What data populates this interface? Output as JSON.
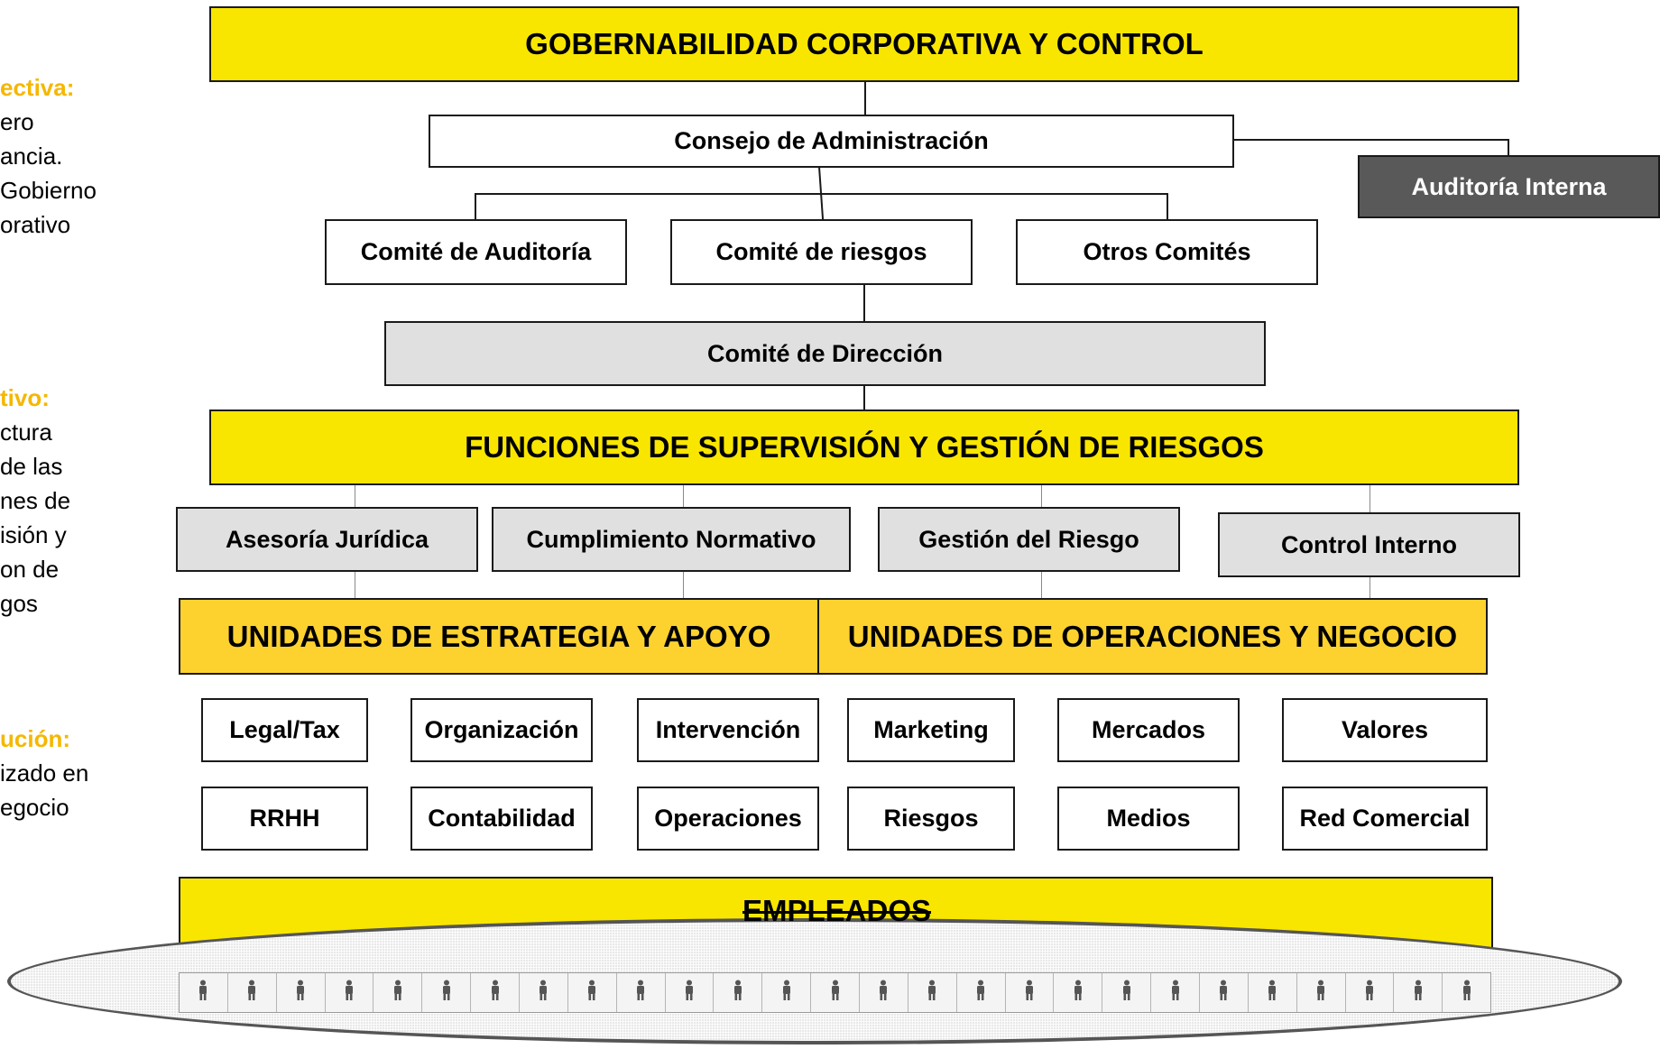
{
  "top_title": "GOBERNABILIDAD CORPORATIVA Y CONTROL",
  "consejo": "Consejo de Administración",
  "auditoria_interna": "Auditoría Interna",
  "committees": [
    "Comité de Auditoría",
    "Comité de riesgos",
    "Otros Comités"
  ],
  "comite_direccion": "Comité de Dirección",
  "funciones_title": "FUNCIONES DE SUPERVISIÓN Y GESTIÓN DE RIESGOS",
  "funciones": [
    "Asesoría Jurídica",
    "Cumplimiento Normativo",
    "Gestión del Riesgo",
    "Control Interno"
  ],
  "unidades": {
    "estrategia": "UNIDADES DE ESTRATEGIA Y APOYO",
    "operaciones": "UNIDADES DE OPERACIONES Y NEGOCIO"
  },
  "unit_rows": [
    [
      "Legal/Tax",
      "Organización",
      "Intervención",
      "Marketing",
      "Mercados",
      "Valores"
    ],
    [
      "RRHH",
      "Contabilidad",
      "Operaciones",
      "Riesgos",
      "Medios",
      "Red Comercial"
    ]
  ],
  "empleados": "EMPLEADOS",
  "employee_icon": "person-icon",
  "employee_count": 27,
  "side_notes": [
    {
      "heading": "ectiva:",
      "lines": [
        "ero",
        "ancia.",
        "Gobierno",
        "orativo"
      ]
    },
    {
      "heading": "tivo:",
      "lines": [
        "ctura",
        "de las",
        "nes de",
        "isión y",
        "on de",
        "gos"
      ]
    },
    {
      "heading": "ución:",
      "lines": [
        "izado en",
        "egocio"
      ]
    }
  ],
  "colors": {
    "yellow": "#f9e600",
    "orange": "#fdd22e",
    "grey": "#e0e0e0",
    "dark": "#595959",
    "side_heading": "#f5b700"
  }
}
